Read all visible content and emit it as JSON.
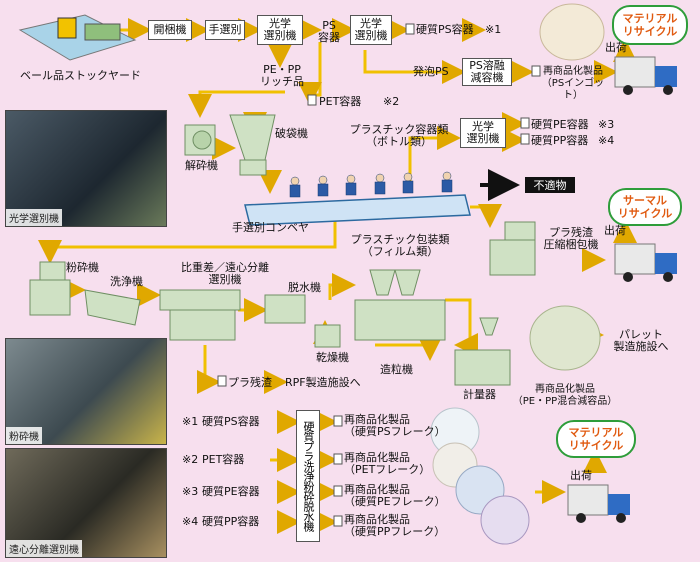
{
  "stockyard_label": "ベール品ストックヤード",
  "flow": {
    "unbaler": "開梱機",
    "hand_sort_1": "手選別",
    "optical_sorter_1": "光学\n選別機",
    "ps_container": "PS\n容器",
    "optical_sorter_2": "光学\n選別機",
    "hard_ps_container_1": "硬質PS容器",
    "note1": "※1",
    "pe_pp_rich": "PE・PP\nリッチ品",
    "pet_container": "PET容器",
    "note2": "※2",
    "foam_ps": "発泡PS",
    "ps_dissolver": "PS溶融\n減容機",
    "ps_ingot": "再商品化製品\n（PSインゴット）",
    "shipment_1": "出荷",
    "material_recycle_1": "マテリアル\nリサイクル",
    "crusher_1": "解砕機",
    "bag_breaker": "破袋機",
    "plastic_bottles": "プラスチック容器類\n（ボトル類）",
    "optical_sorter_3": "光学\n選別機",
    "hard_pe_container_1": "硬質PE容器",
    "note3": "※3",
    "hard_pp_container_1": "硬質PP容器",
    "note4": "※4",
    "unsuitable": "不適物",
    "hand_sort_conveyor": "手選別コンベヤ",
    "plastic_film": "プラスチック包装類\n（フィルム類）",
    "residue_baler": "プラ残渣\n圧縮梱包機",
    "shipment_2": "出荷",
    "thermal_recycle": "サーマル\nリサイクル",
    "pulverizer": "粉砕機",
    "washer": "洗浄機",
    "centrifugal_sorter": "比重差／遠心分離\n選別機",
    "dehydrator": "脱水機",
    "dryer": "乾燥機",
    "pelletizer": "造粒機",
    "meter": "計量器",
    "pe_pp_mixed": "再商品化製品\n（PE・PP混合減容品）",
    "pallet": "パレット\n製造施設へ",
    "plastic_residue": "プラ残渣",
    "rpf": "RPF製造施設へ"
  },
  "bottom": {
    "vertical_machine": "硬質プラ洗浄粉砕脱水機",
    "rows": [
      {
        "note": "※1",
        "input": "硬質PS容器",
        "output": "再商品化製品\n（硬質PSフレーク）"
      },
      {
        "note": "※2",
        "input": "PET容器",
        "output": "再商品化製品\n（PETフレーク）"
      },
      {
        "note": "※3",
        "input": "硬質PE容器",
        "output": "再商品化製品\n（硬質PEフレーク）"
      },
      {
        "note": "※4",
        "input": "硬質PP容器",
        "output": "再商品化製品\n（硬質PPフレーク）"
      }
    ],
    "shipment": "出荷",
    "material_recycle": "マテリアル\nリサイクル"
  },
  "photos": {
    "optical": "光学選別機",
    "pulverizer": "粉砕機",
    "centrifugal": "遠心分離選別機"
  },
  "colors": {
    "background": "#f7dfee",
    "flow_arrow": "#f0c000",
    "machine": "#cfe1c4",
    "recycle_border": "#2e9d3a",
    "recycle_text": "#e05a10"
  }
}
